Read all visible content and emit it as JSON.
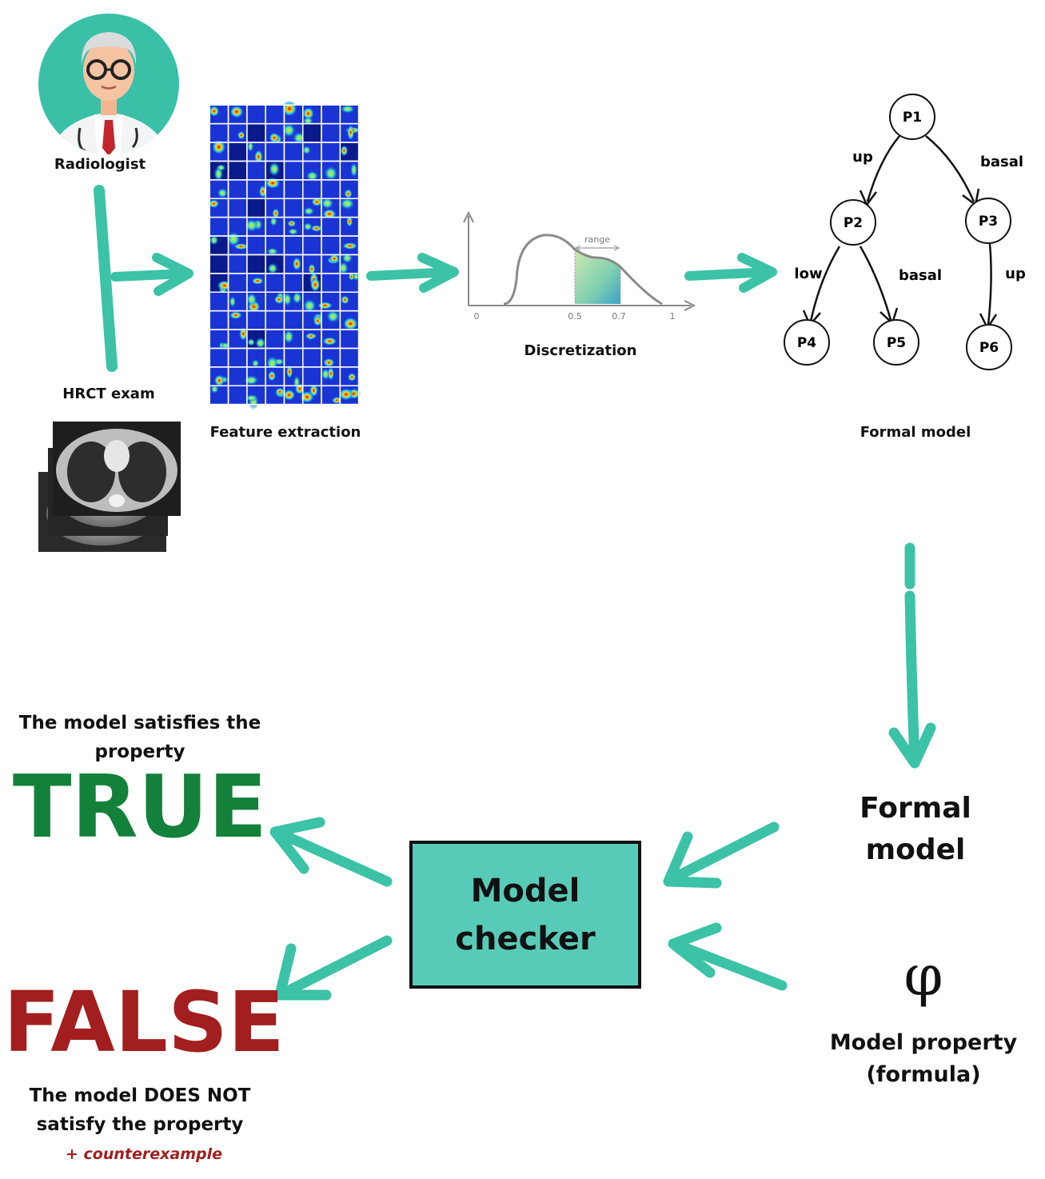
{
  "colors": {
    "accent": "#3cc2a6",
    "checker_fill": "#58cbb8",
    "true_color": "#13813a",
    "false_color": "#a31e1e",
    "counterexample_color": "#a31e1e"
  },
  "radiologist": {
    "label": "Radiologist",
    "icon": "doctor-avatar-icon"
  },
  "hrct": {
    "label": "HRCT exam",
    "icon": "ct-scan-stack-icon"
  },
  "feature_extraction": {
    "label": "Feature extraction",
    "icon": "heatmap-grid-icon"
  },
  "discretization": {
    "label": "Discretization",
    "range_label": "range",
    "ticks": [
      "0",
      "0.5",
      "0.7",
      "1"
    ]
  },
  "formal_model_graph": {
    "label": "Formal model",
    "nodes": [
      "P1",
      "P2",
      "P3",
      "P4",
      "P5",
      "P6"
    ],
    "edges": [
      {
        "from": "P1",
        "to": "P2",
        "label": "up"
      },
      {
        "from": "P1",
        "to": "P3",
        "label": "basal"
      },
      {
        "from": "P2",
        "to": "P4",
        "label": "low"
      },
      {
        "from": "P2",
        "to": "P5",
        "label": "basal"
      },
      {
        "from": "P3",
        "to": "P6",
        "label": "up"
      }
    ]
  },
  "formal_model_input": {
    "line1": "Formal",
    "line2": "model"
  },
  "model_property": {
    "symbol": "φ",
    "line1": "Model property",
    "line2": "(formula)"
  },
  "model_checker": {
    "line1": "Model",
    "line2": "checker"
  },
  "result_true": {
    "caption_line1": "The model satisfies the",
    "caption_line2": "property",
    "value": "TRUE"
  },
  "result_false": {
    "value": "FALSE",
    "caption_line1": "The model DOES NOT",
    "caption_line2": "satisfy the property",
    "note": "+ counterexample"
  }
}
